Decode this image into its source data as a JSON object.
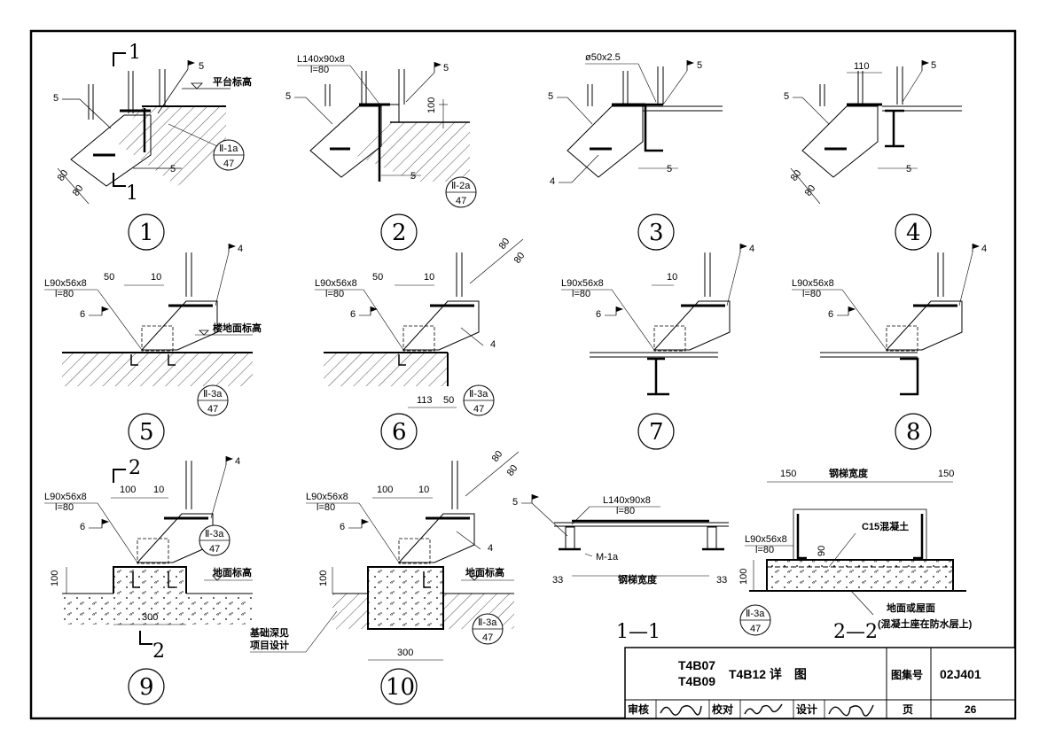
{
  "details": [
    {
      "id": "d1",
      "number": "1",
      "labels": [
        "平台标高"
      ],
      "dims": [
        "80",
        "80"
      ],
      "welds": [
        "5",
        "5",
        "5"
      ],
      "section_mark": "1",
      "ref_top": "Ⅱ-1a",
      "ref_bottom": "47"
    },
    {
      "id": "d2",
      "number": "2",
      "labels": [
        "L140x90x8",
        "l=80"
      ],
      "dims": [
        "100"
      ],
      "welds": [
        "5",
        "5",
        "5"
      ],
      "ref_top": "Ⅱ-2a",
      "ref_bottom": "47"
    },
    {
      "id": "d3",
      "number": "3",
      "labels": [
        "ø50x2.5"
      ],
      "welds": [
        "5",
        "5",
        "5",
        "4"
      ]
    },
    {
      "id": "d4",
      "number": "4",
      "dims": [
        "110",
        "80",
        "80"
      ],
      "welds": [
        "5",
        "5",
        "5"
      ]
    },
    {
      "id": "d5",
      "number": "5",
      "labels": [
        "L90x56x8",
        "l=80",
        "楼地面标高"
      ],
      "dims": [
        "50",
        "10"
      ],
      "welds": [
        "6",
        "4"
      ],
      "ref_top": "Ⅱ-3a",
      "ref_bottom": "47"
    },
    {
      "id": "d6",
      "number": "6",
      "labels": [
        "L90x56x8",
        "l=80"
      ],
      "dims": [
        "50",
        "10",
        "80",
        "80",
        "113",
        "50"
      ],
      "welds": [
        "6",
        "4",
        "4"
      ],
      "ref_top": "Ⅱ-3a",
      "ref_bottom": "47"
    },
    {
      "id": "d7",
      "number": "7",
      "labels": [
        "L90x56x8",
        "l=80"
      ],
      "dims": [
        "10"
      ],
      "welds": [
        "6",
        "4"
      ]
    },
    {
      "id": "d8",
      "number": "8",
      "labels": [
        "L90x56x8",
        "l=80"
      ],
      "welds": [
        "6",
        "4"
      ]
    },
    {
      "id": "d9",
      "number": "9",
      "labels": [
        "L90x56x8",
        "l=80",
        "地面标高"
      ],
      "dims": [
        "100",
        "10",
        "100",
        "300"
      ],
      "welds": [
        "6",
        "4"
      ],
      "section_mark": "2",
      "ref_top": "Ⅱ-3a",
      "ref_bottom": "47"
    },
    {
      "id": "d10",
      "number": "10",
      "labels": [
        "L90x56x8",
        "l=80",
        "地面标高",
        "基础深见",
        "项目设计"
      ],
      "dims": [
        "100",
        "10",
        "80",
        "80",
        "100",
        "300"
      ],
      "welds": [
        "6",
        "4"
      ],
      "ref_top": "Ⅱ-3a",
      "ref_bottom": "47"
    }
  ],
  "section_11": {
    "title": "1—1",
    "labels": [
      "L140x90x8",
      "l=80",
      "M-1a",
      "钢梯宽度"
    ],
    "dims": [
      "33",
      "33"
    ],
    "weld": "5"
  },
  "section_22": {
    "title": "2—2",
    "labels": [
      "钢梯宽度",
      "C15混凝土",
      "L90x56x8",
      "l=80",
      "地面或屋面",
      "(混凝土座在防水层上)"
    ],
    "dims": [
      "150",
      "150",
      "90",
      "100"
    ],
    "ref_top": "Ⅱ-3a",
    "ref_bottom": "47"
  },
  "title_block": {
    "title_line1": "T4B07",
    "title_line2": "T4B09",
    "title_main": "T4B12 详　图",
    "atlas_label": "图集号",
    "atlas_no": "02J401",
    "review_label": "审核",
    "check_label": "校对",
    "design_label": "设计",
    "page_label": "页",
    "page_no": "26"
  }
}
